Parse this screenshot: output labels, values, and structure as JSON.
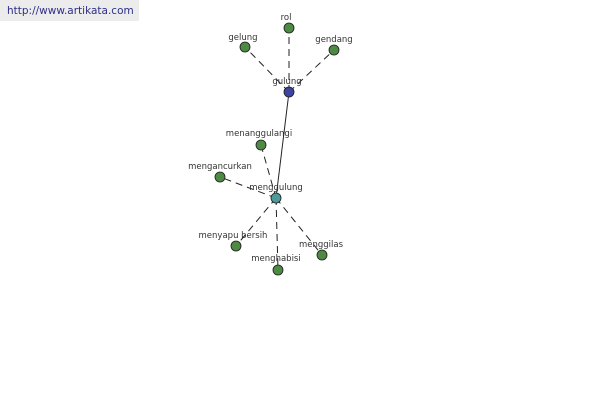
{
  "source_url": "http://www.artikata.com",
  "colors": {
    "leaf_node": "#4e8a44",
    "root_node": "#3d44a0",
    "hub_node": "#4d9a9a",
    "edge": "#222222",
    "url_bg": "#ececec",
    "url_text": "#2f2f88"
  },
  "graph": {
    "nodes": [
      {
        "id": "gulung",
        "label": "gulung",
        "kind": "root"
      },
      {
        "id": "menggulung",
        "label": "menggulung",
        "kind": "hub"
      },
      {
        "id": "rol",
        "label": "rol",
        "kind": "leaf"
      },
      {
        "id": "gelung",
        "label": "gelung",
        "kind": "leaf"
      },
      {
        "id": "gendang",
        "label": "gendang",
        "kind": "leaf"
      },
      {
        "id": "menanggulangi",
        "label": "menanggulangi",
        "kind": "leaf"
      },
      {
        "id": "mengancurkan",
        "label": "mengancurkan",
        "kind": "leaf"
      },
      {
        "id": "menyapu-bersih",
        "label": "menyapu bersih",
        "kind": "leaf"
      },
      {
        "id": "menghabisi",
        "label": "menghabisi",
        "kind": "leaf"
      },
      {
        "id": "menggilas",
        "label": "menggilas",
        "kind": "leaf"
      }
    ],
    "edges": [
      {
        "from": "gulung",
        "to": "rol",
        "style": "dashed"
      },
      {
        "from": "gulung",
        "to": "gelung",
        "style": "dashed"
      },
      {
        "from": "gulung",
        "to": "gendang",
        "style": "dashed"
      },
      {
        "from": "gulung",
        "to": "menggulung",
        "style": "solid"
      },
      {
        "from": "menggulung",
        "to": "menanggulangi",
        "style": "dashed"
      },
      {
        "from": "menggulung",
        "to": "mengancurkan",
        "style": "dashed"
      },
      {
        "from": "menggulung",
        "to": "menyapu-bersih",
        "style": "dashed"
      },
      {
        "from": "menggulung",
        "to": "menghabisi",
        "style": "dashed"
      },
      {
        "from": "menggulung",
        "to": "menggilas",
        "style": "dashed"
      }
    ]
  }
}
